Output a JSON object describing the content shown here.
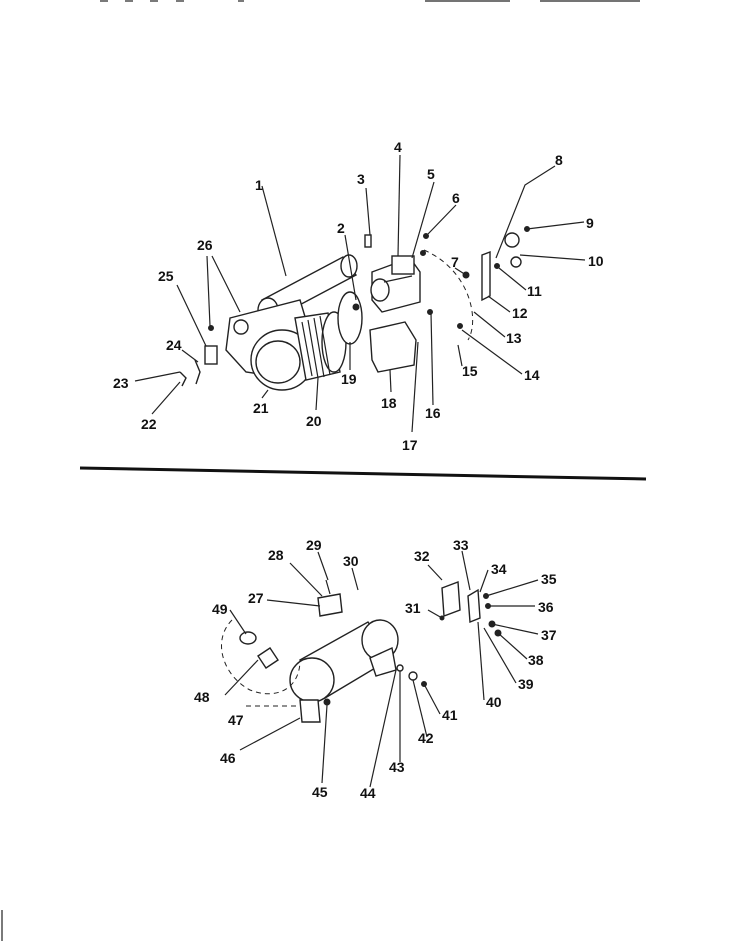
{
  "upper_callouts": [
    {
      "id": "1",
      "text": "1"
    },
    {
      "id": "2",
      "text": "2"
    },
    {
      "id": "3",
      "text": "3"
    },
    {
      "id": "4",
      "text": "4"
    },
    {
      "id": "5",
      "text": "5"
    },
    {
      "id": "6",
      "text": "6"
    },
    {
      "id": "7",
      "text": "7"
    },
    {
      "id": "8",
      "text": "8"
    },
    {
      "id": "9",
      "text": "9"
    },
    {
      "id": "10",
      "text": "10"
    },
    {
      "id": "11",
      "text": "11"
    },
    {
      "id": "12",
      "text": "12"
    },
    {
      "id": "13",
      "text": "13"
    },
    {
      "id": "14",
      "text": "14"
    },
    {
      "id": "15",
      "text": "15"
    },
    {
      "id": "16",
      "text": "16"
    },
    {
      "id": "17",
      "text": "17"
    },
    {
      "id": "18",
      "text": "18"
    },
    {
      "id": "19",
      "text": "19"
    },
    {
      "id": "20",
      "text": "20"
    },
    {
      "id": "21",
      "text": "21"
    },
    {
      "id": "22",
      "text": "22"
    },
    {
      "id": "23",
      "text": "23"
    },
    {
      "id": "24",
      "text": "24"
    },
    {
      "id": "25",
      "text": "25"
    },
    {
      "id": "26",
      "text": "26"
    }
  ],
  "lower_callouts": [
    {
      "id": "27",
      "text": "27"
    },
    {
      "id": "28",
      "text": "28"
    },
    {
      "id": "29",
      "text": "29"
    },
    {
      "id": "30",
      "text": "30"
    },
    {
      "id": "31",
      "text": "31"
    },
    {
      "id": "32",
      "text": "32"
    },
    {
      "id": "33",
      "text": "33"
    },
    {
      "id": "34",
      "text": "34"
    },
    {
      "id": "35",
      "text": "35"
    },
    {
      "id": "36",
      "text": "36"
    },
    {
      "id": "37",
      "text": "37"
    },
    {
      "id": "38",
      "text": "38"
    },
    {
      "id": "39",
      "text": "39"
    },
    {
      "id": "40",
      "text": "40"
    },
    {
      "id": "41",
      "text": "41"
    },
    {
      "id": "42",
      "text": "42"
    },
    {
      "id": "43",
      "text": "43"
    },
    {
      "id": "44",
      "text": "44"
    },
    {
      "id": "45",
      "text": "45"
    },
    {
      "id": "46",
      "text": "46"
    },
    {
      "id": "47",
      "text": "47"
    },
    {
      "id": "48",
      "text": "48"
    },
    {
      "id": "49",
      "text": "49"
    }
  ]
}
